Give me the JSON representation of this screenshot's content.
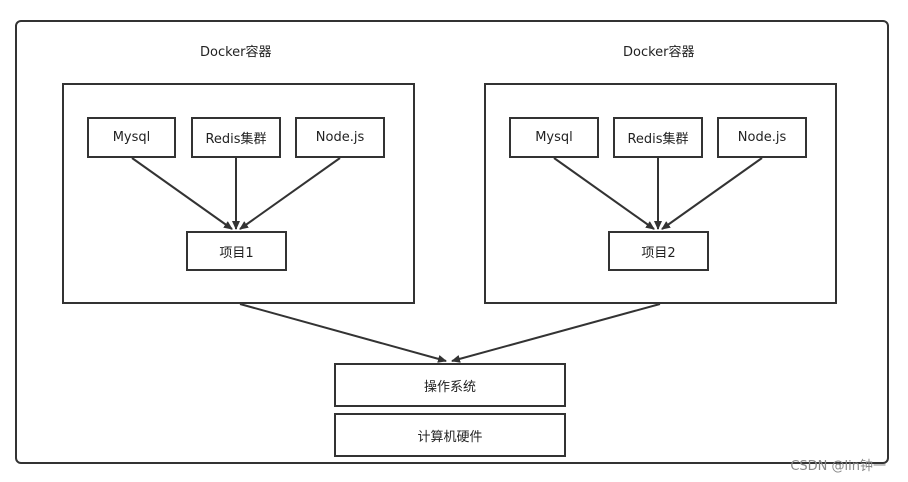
{
  "containers": [
    {
      "title": "Docker容器",
      "services": [
        "Mysql",
        "Redis集群",
        "Node.js"
      ],
      "project": "项目1"
    },
    {
      "title": "Docker容器",
      "services": [
        "Mysql",
        "Redis集群",
        "Node.js"
      ],
      "project": "项目2"
    }
  ],
  "os_label": "操作系统",
  "hardware_label": "计算机硬件",
  "watermark": "CSDN @lin钟一"
}
